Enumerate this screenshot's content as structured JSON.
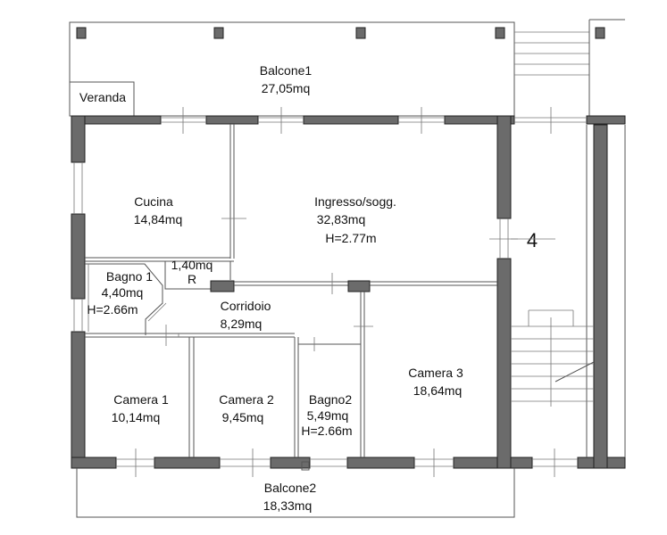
{
  "rooms": {
    "balcone1": {
      "name": "Balcone1",
      "area": "27,05mq"
    },
    "veranda": {
      "name": "Veranda"
    },
    "cucina": {
      "name": "Cucina",
      "area": "14,84mq"
    },
    "ingresso": {
      "name": "Ingresso/sogg.",
      "area": "32,83mq",
      "height": "H=2.77m"
    },
    "ripostiglio": {
      "area": "1,40mq",
      "name": "R"
    },
    "bagno1": {
      "name": "Bagno 1",
      "area": "4,40mq",
      "height": "H=2.66m"
    },
    "corridoio": {
      "name": "Corridoio",
      "area": "8,29mq"
    },
    "camera1": {
      "name": "Camera 1",
      "area": "10,14mq"
    },
    "camera2": {
      "name": "Camera 2",
      "area": "9,45mq"
    },
    "bagno2": {
      "name": "Bagno2",
      "area": "5,49mq",
      "height": "H=2.66m"
    },
    "camera3": {
      "name": "Camera 3",
      "area": "18,64mq"
    },
    "balcone2": {
      "name": "Balcone2",
      "area": "18,33mq"
    }
  },
  "stair_number": "4",
  "colors": {
    "wall": "#6b6b6b",
    "line": "#555555",
    "background": "#ffffff"
  }
}
